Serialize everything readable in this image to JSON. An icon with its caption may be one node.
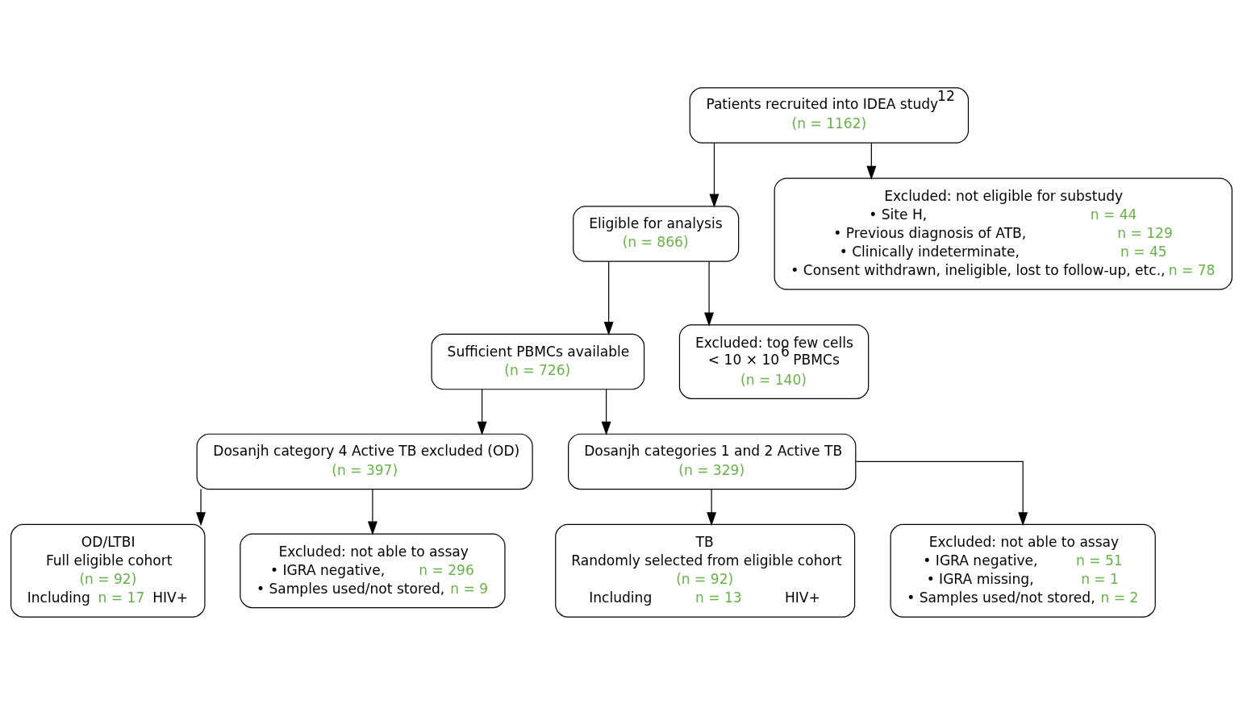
{
  "diagram": {
    "nodes": [
      {
        "text": [
          "Patients recruited into IDEA study$^{12}$",
          "(*n* = 1162)"
        ]
      },
      {
        "text": [
          "Excluded: not eligible for substudy",
          "• Site H, *n* = 44",
          "• Previous diagnosis of ATB, *n* = 129",
          "• Clinically indeterminate, *n* = 45",
          "• Consent withdrawn, ineligible, lost to follow-up, etc., *n* = 78"
        ]
      },
      {
        "text": [
          "Eligible for analysis",
          "(*n* = 866)"
        ]
      },
      {
        "text": [
          "Excluded: too few cells",
          "< 10 × 10$^{6}$ PBMCs",
          "(*n* = 140)"
        ]
      },
      {
        "text": [
          "Sufficient PBMCs available",
          "(*n* = 726)"
        ]
      },
      {
        "text": [
          "Dosanjh category 4 Active TB excluded (OD)",
          "(*n* = 397)"
        ]
      },
      {
        "text": [
          "Dosanjh categories 1 and 2 Active TB",
          "(*n* = 329)"
        ]
      },
      {
        "text": [
          "Excluded: not able to assay",
          "• IGRA negative, *n* = 296",
          "• Samples used/not stored, *n* = 9"
        ]
      },
      {
        "text": [
          "OD/LTBI",
          "Full eligible cohort",
          "(*n* = 92)",
          "Including *n* = 17 HIV+"
        ]
      },
      {
        "text": [
          "Excluded: not able to assay",
          "• IGRA negative, *n* = 51",
          "• IGRA missing, *n* = 1",
          "• Samples used/not stored, *n* = 2"
        ]
      },
      {
        "text": [
          "TB",
          "Randomly selected from eligible cohort",
          "(*n* = 92)",
          "Including *n* = 13 HIV+"
        ]
      }
    ],
    "edges": [
      {
        "from": 0,
        "to": 2,
        "arrow": "to"
      },
      {
        "from": 0,
        "to": 1,
        "arrow": "to"
      },
      {
        "from": 2,
        "to": 4,
        "arrow": "to"
      },
      {
        "from": 2,
        "to": 3,
        "arrow": "to"
      },
      {
        "from": 4,
        "to": 5,
        "arrow": "to"
      },
      {
        "from": 4,
        "to": 6,
        "arrow": "to"
      },
      {
        "from": 5,
        "to": 8,
        "arrow": "to"
      },
      {
        "from": 5,
        "to": 7,
        "arrow": "to"
      },
      {
        "from": 6,
        "to": 10,
        "arrow": "to"
      },
      {
        "from": 6,
        "to": 9,
        "arrow": "to"
      }
    ]
  }
}
